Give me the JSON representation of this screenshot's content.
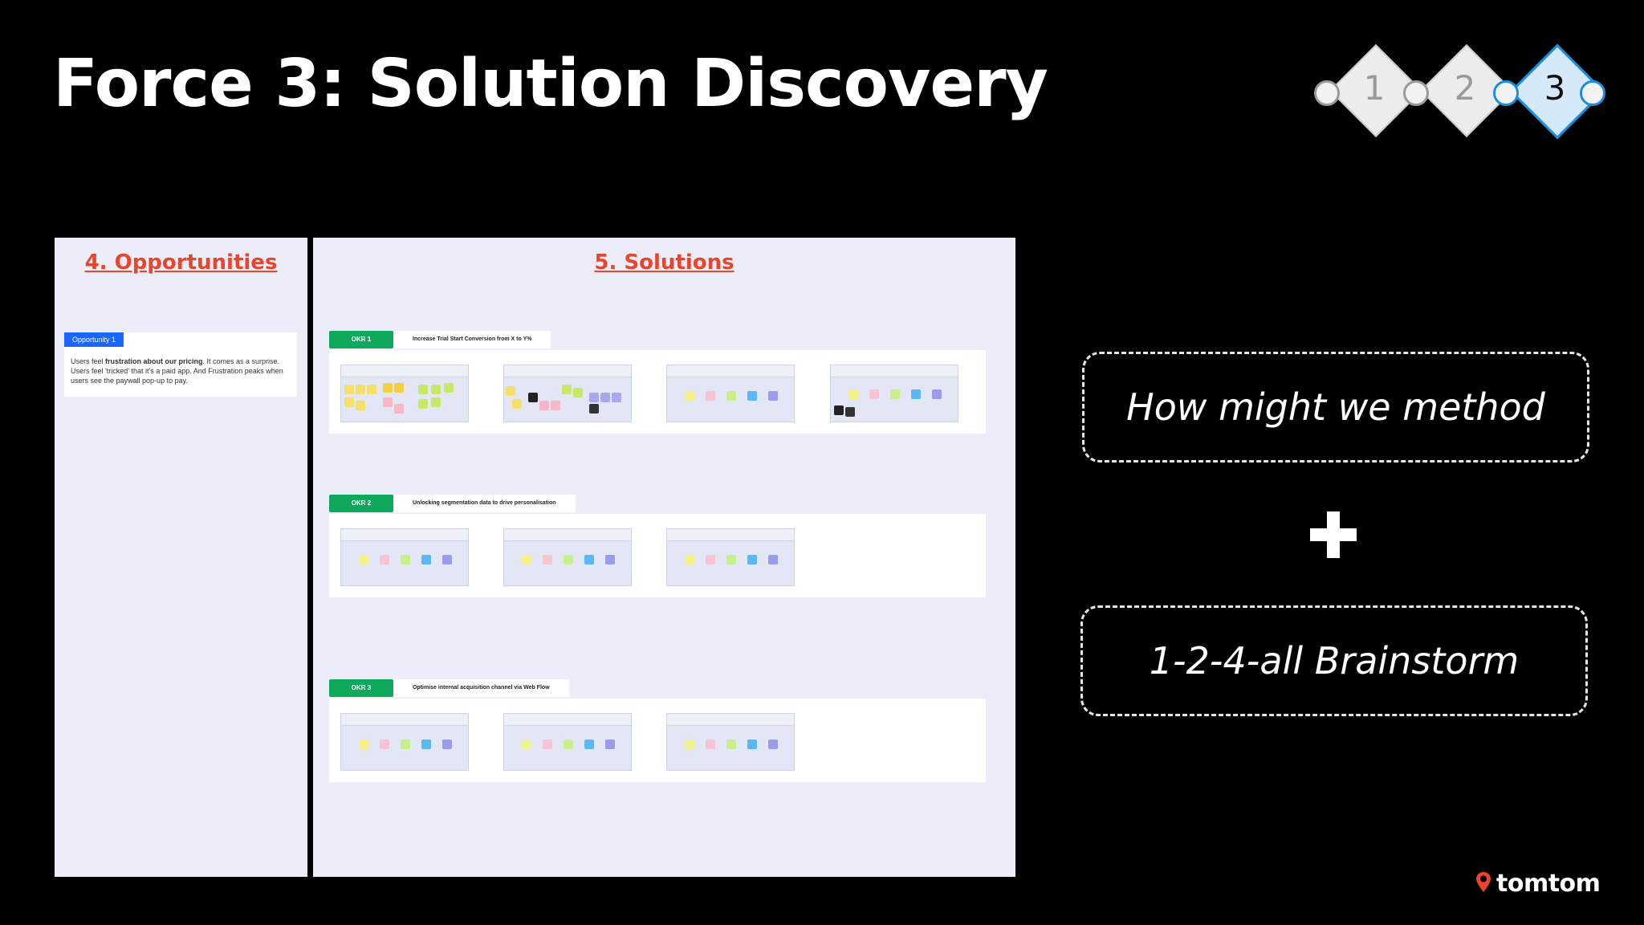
{
  "slide": {
    "title": "Force 3: Solution Discovery"
  },
  "steps": [
    {
      "label": "1",
      "active": false
    },
    {
      "label": "2",
      "active": false
    },
    {
      "label": "3",
      "active": true
    }
  ],
  "opportunities": {
    "heading": "4. Opportunities",
    "card": {
      "tag": "Opportunity 1",
      "text_prefix": "Users feel ",
      "text_bold": "frustration about our pricing",
      "text_rest": ". It comes as a surprise. Users feel 'tricked' that it's a paid app. And Frustration peaks when users see the paywall pop-up to pay."
    }
  },
  "solutions": {
    "heading": "5. Solutions",
    "okrs": [
      {
        "tag": "OKR 1",
        "title": "Increase Trial Start Conversion from X to Y%"
      },
      {
        "tag": "OKR 2",
        "title": "Unlocking segmentation data to drive personalisation"
      },
      {
        "tag": "OKR 3",
        "title": "Optimise internal acquisition channel via Web Flow"
      }
    ]
  },
  "methods": {
    "method_1": "How might we method",
    "method_2": "1-2-4-all Brainstorm"
  },
  "brand": {
    "logo_text": "tomtom",
    "accent": "#e8452c",
    "step_active": "#1a8fe0",
    "okr_green": "#10a85c",
    "opportunity_blue": "#1a66ff"
  }
}
